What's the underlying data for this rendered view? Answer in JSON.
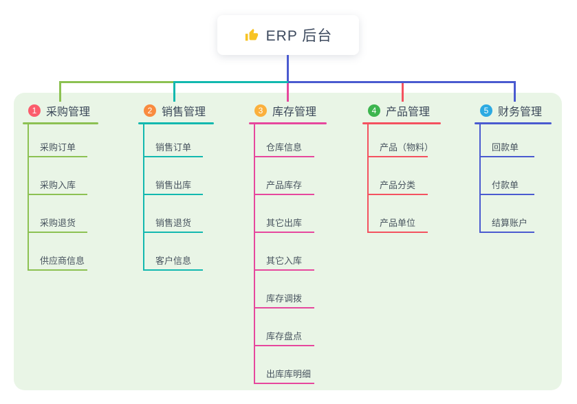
{
  "root": {
    "label": "ERP 后台",
    "icon": "thumbs-up",
    "icon_color": "#f7c325",
    "connector_color": "#4a5ad0"
  },
  "canvas": {
    "page_background": "#ffffff",
    "panel_background": "#e9f5e6"
  },
  "branches": [
    {
      "badge": "1",
      "label": "采购管理",
      "line_color": "#8cc152",
      "badge_color": "#fb5c6c",
      "children": [
        "采购订单",
        "采购入库",
        "采购退货",
        "供应商信息"
      ]
    },
    {
      "badge": "2",
      "label": "销售管理",
      "line_color": "#12b8af",
      "badge_color": "#f98b3f",
      "children": [
        "销售订单",
        "销售出库",
        "销售退货",
        "客户信息"
      ]
    },
    {
      "badge": "3",
      "label": "库存管理",
      "line_color": "#e6479d",
      "badge_color": "#fbb03c",
      "children": [
        "仓库信息",
        "产品库存",
        "其它出库",
        "其它入库",
        "库存调拨",
        "库存盘点",
        "出库库明细"
      ]
    },
    {
      "badge": "4",
      "label": "产品管理",
      "line_color": "#f4515f",
      "badge_color": "#3cb54e",
      "children": [
        "产品（物料）",
        "产品分类",
        "产品单位"
      ]
    },
    {
      "badge": "5",
      "label": "财务管理",
      "line_color": "#4a5ad0",
      "badge_color": "#2caae2",
      "children": [
        "回款单",
        "付款单",
        "结算账户"
      ]
    }
  ]
}
